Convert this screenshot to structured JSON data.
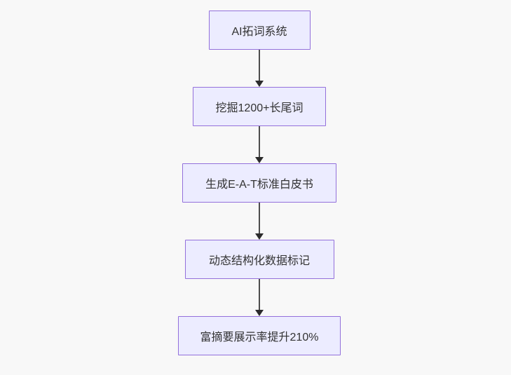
{
  "flowchart": {
    "direction": "top-down",
    "nodes": [
      {
        "id": "A",
        "label": "AI拓词系统"
      },
      {
        "id": "B",
        "label": "挖掘1200+长尾词"
      },
      {
        "id": "C",
        "label": "生成E-A-T标准白皮书"
      },
      {
        "id": "D",
        "label": "动态结构化数据标记"
      },
      {
        "id": "E",
        "label": "富摘要展示率提升210%"
      }
    ],
    "edges": [
      {
        "from": "A",
        "to": "B"
      },
      {
        "from": "B",
        "to": "C"
      },
      {
        "from": "C",
        "to": "D"
      },
      {
        "from": "D",
        "to": "E"
      }
    ],
    "colors": {
      "background": "#f8f8f8",
      "node_fill": "#ECECFF",
      "node_border": "#9370DB",
      "node_text": "#333333",
      "edge_line": "#4d4d4d",
      "edge_arrowhead": "#2b2b2b"
    }
  }
}
